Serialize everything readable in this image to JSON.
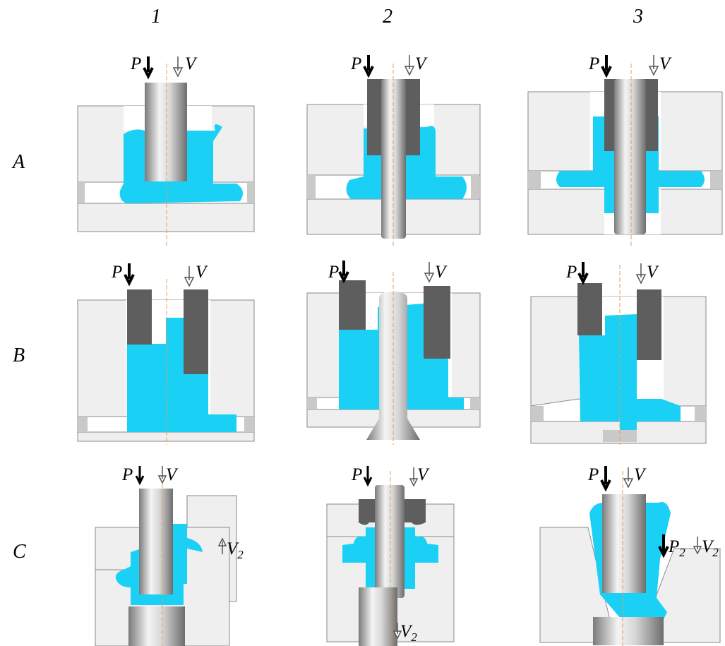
{
  "columns": [
    "1",
    "2",
    "3"
  ],
  "rows": [
    "A",
    "B",
    "C"
  ],
  "arrow_labels": {
    "force": "P",
    "velocity": "V",
    "force2": "P",
    "velocity2": "V",
    "subscript": "2"
  },
  "colors": {
    "metal": "#1ad0f4",
    "die": "#efefef",
    "die_edge": "#8a8a8a",
    "punch_dark": "#5e5e5e",
    "insert": "#c9c9c9",
    "axis": "#d9a35a"
  }
}
